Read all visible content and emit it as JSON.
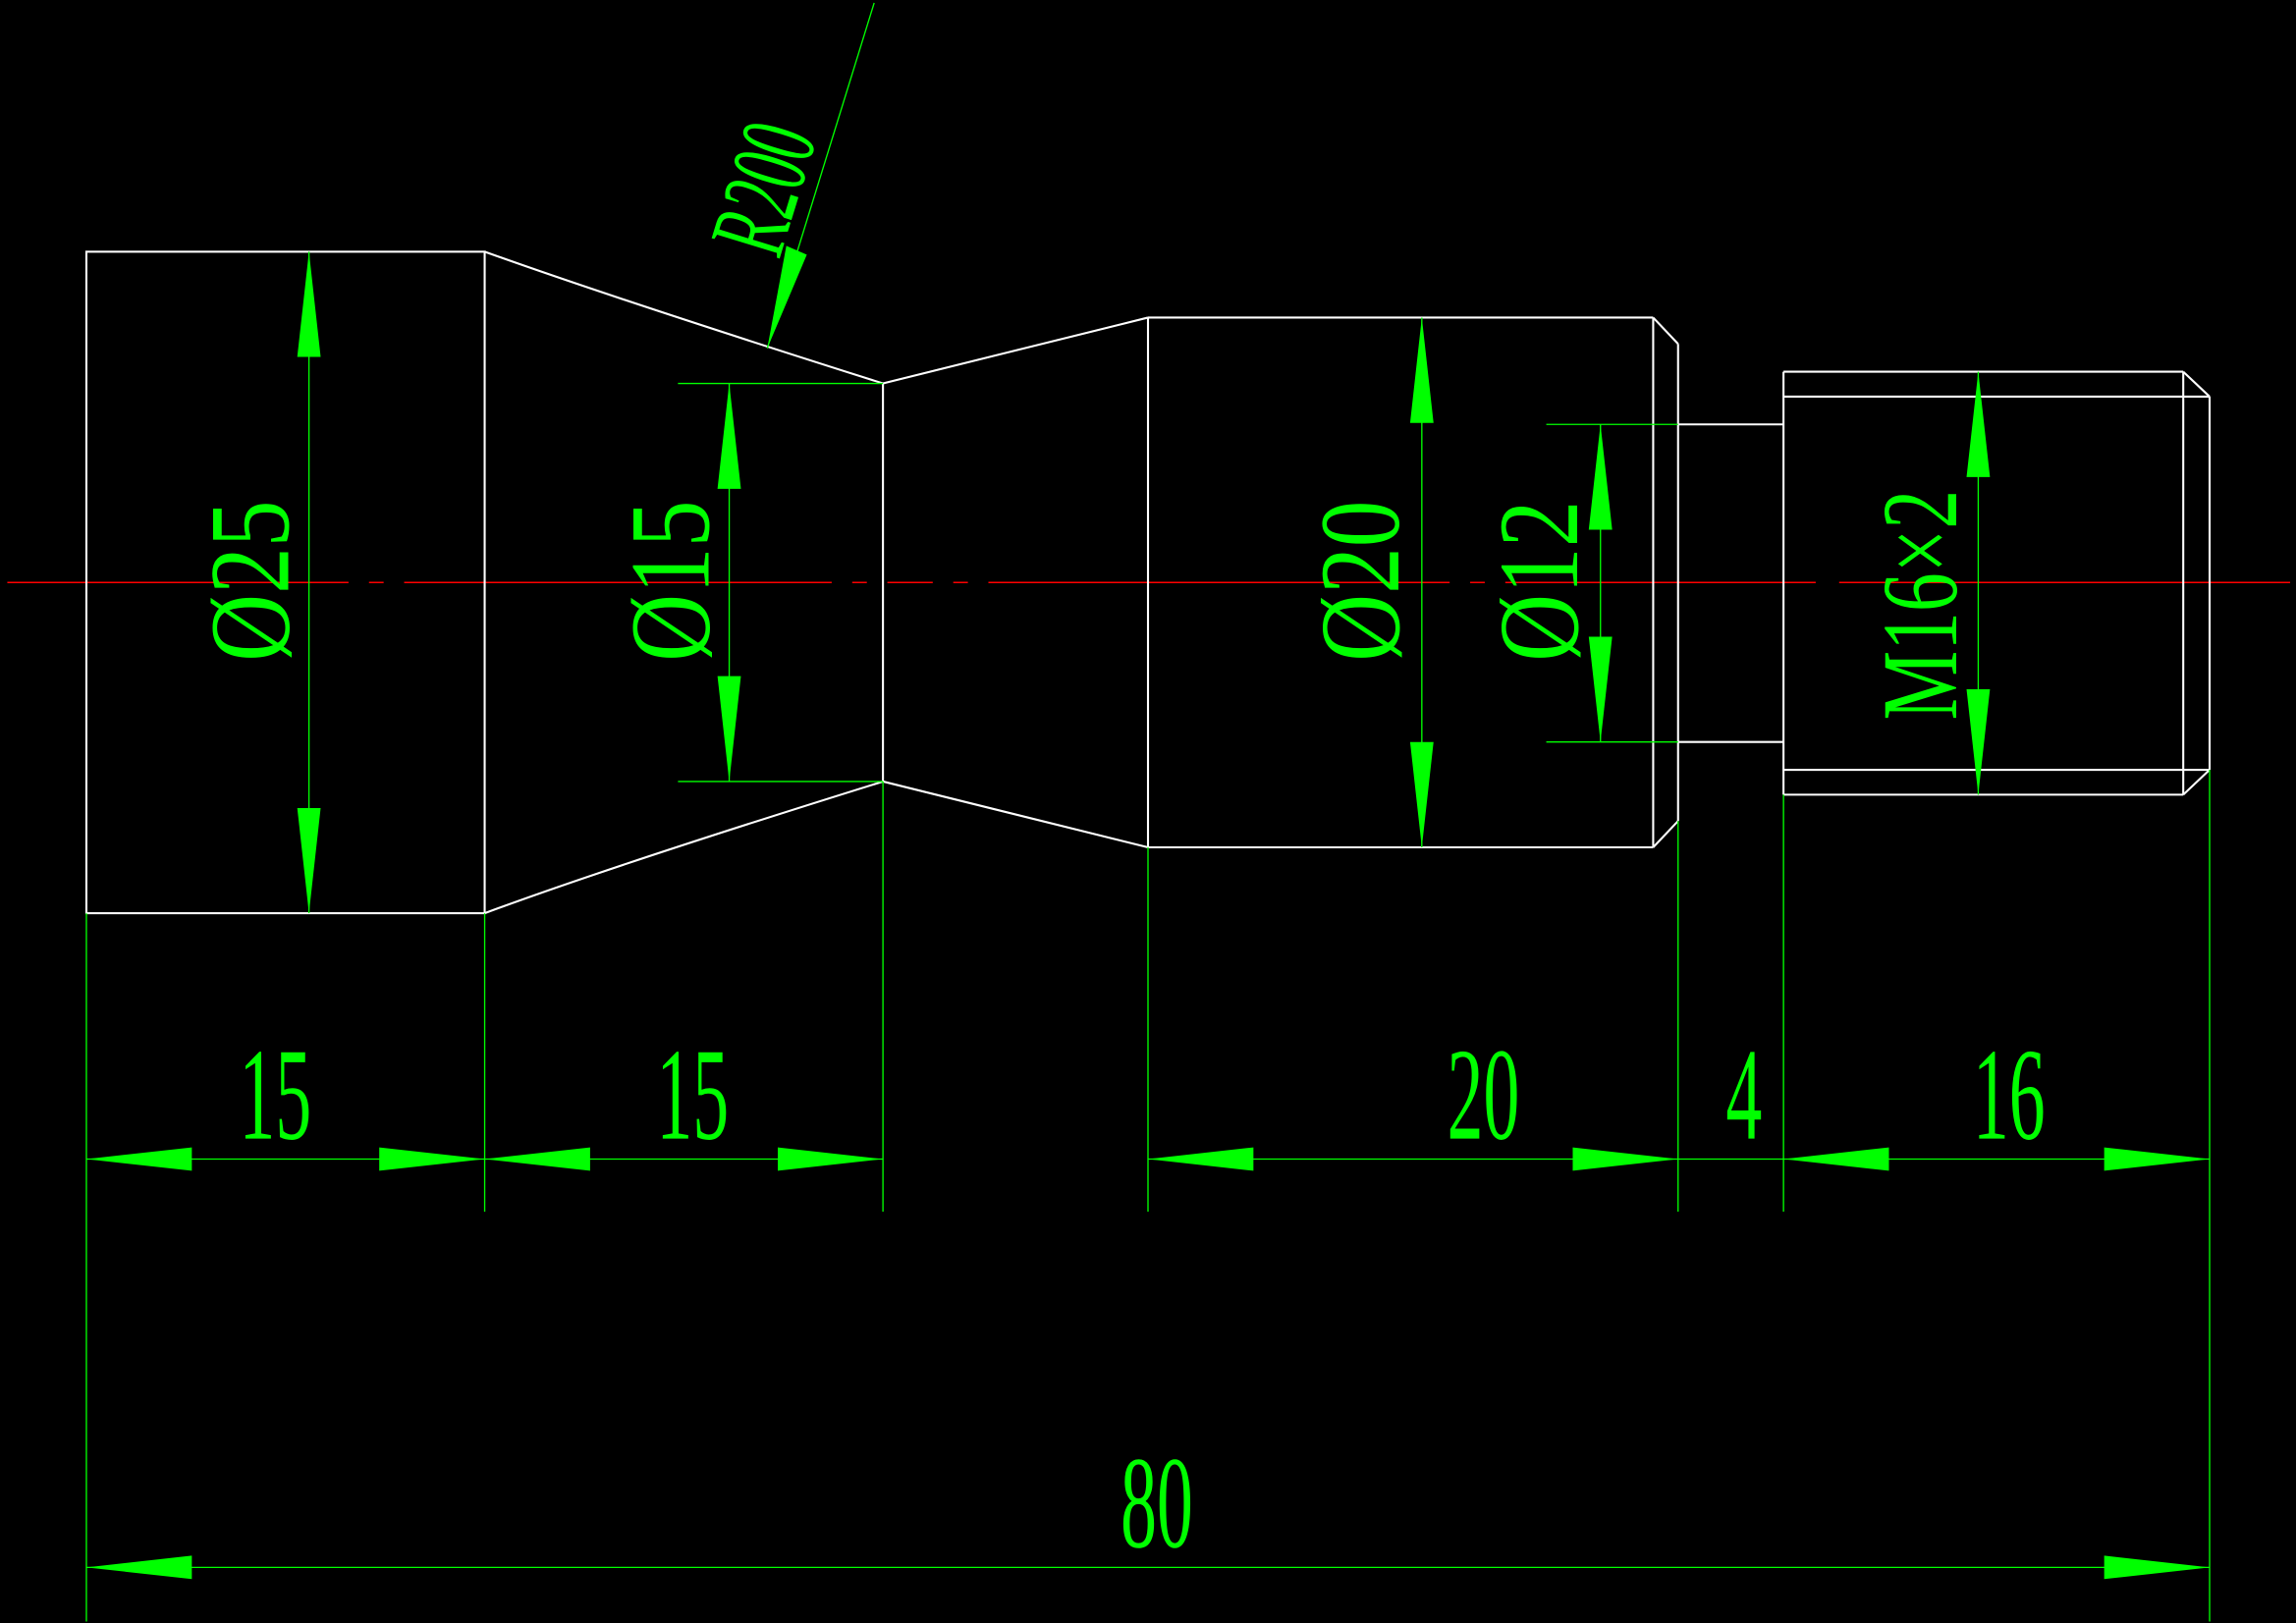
{
  "colors": {
    "background": "#000000",
    "outline": "#ffffff",
    "dimension": "#00ff00",
    "centerline": "#ff0000"
  },
  "drawing": {
    "radius_label": "R200",
    "diameters": {
      "d25": "Ø25",
      "d15": "Ø15",
      "d20": "Ø20",
      "d12": "Ø12"
    },
    "thread_label": "M16×2",
    "lengths": {
      "seg1": "15",
      "seg2": "15",
      "seg3": "20",
      "seg4": "4",
      "seg5": "16",
      "total": "80"
    }
  }
}
